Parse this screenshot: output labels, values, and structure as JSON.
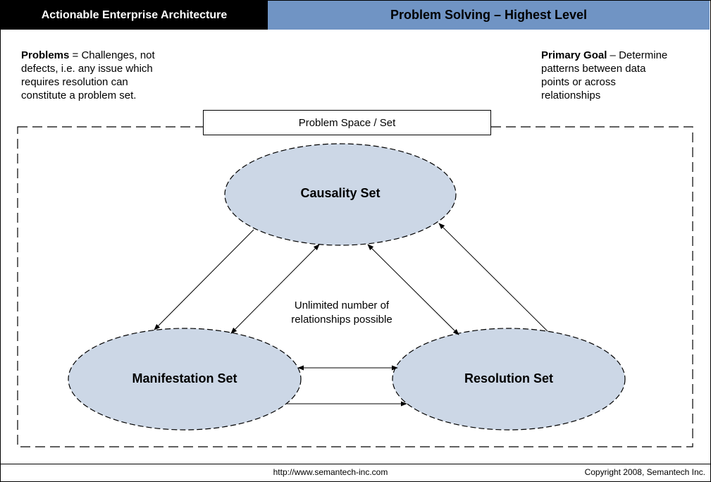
{
  "header": {
    "left_title": "Actionable Enterprise Architecture",
    "right_title": "Problem Solving – Highest Level"
  },
  "notes": {
    "problems_term": "Problems",
    "problems_line1": " = Challenges, not",
    "problems_line2": "defects, i.e. any issue which",
    "problems_line3": "requires resolution can",
    "problems_line4": "constitute a problem set.",
    "goal_term": "Primary Goal",
    "goal_line1": " – Determine",
    "goal_line2": "patterns between data",
    "goal_line3": "points or across",
    "goal_line4": "relationships"
  },
  "diagram": {
    "space_label": "Problem Space / Set",
    "causality": "Causality Set",
    "manifestation": "Manifestation Set",
    "resolution": "Resolution Set",
    "middle_line1": "Unlimited number of",
    "middle_line2": "relationships possible",
    "ellipse_fill": "#ccd7e6"
  },
  "footer": {
    "url": "http://www.semantech-inc.com",
    "copyright": "Copyright 2008, Semantech Inc."
  },
  "colors": {
    "header_left_bg": "#000000",
    "header_right_bg": "#7094c4"
  }
}
